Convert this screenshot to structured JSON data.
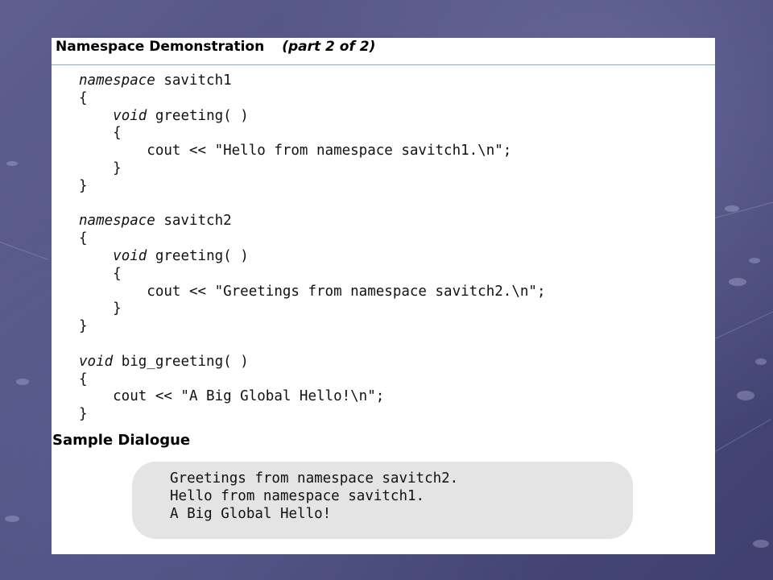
{
  "slide": {
    "header": {
      "title": "Namespace Demonstration",
      "part": "(part 2 of 2)"
    },
    "code": {
      "lines": [
        {
          "kw": "namespace",
          "text": " savitch1"
        },
        {
          "kw": "",
          "text": "{"
        },
        {
          "kw": "",
          "text": "    "
        },
        {
          "kw": "",
          "text": "    {"
        },
        {
          "kw": "",
          "text": "        cout << \"Hello from namespace savitch1.\\n\";"
        },
        {
          "kw": "",
          "text": "    }"
        },
        {
          "kw": "",
          "text": "}"
        },
        {
          "kw": "",
          "text": ""
        },
        {
          "kw": "namespace",
          "text": " savitch2"
        },
        {
          "kw": "",
          "text": "{"
        },
        {
          "kw": "",
          "text": "    "
        },
        {
          "kw": "",
          "text": "    {"
        },
        {
          "kw": "",
          "text": "        cout << \"Greetings from namespace savitch2.\\n\";"
        },
        {
          "kw": "",
          "text": "    }"
        },
        {
          "kw": "",
          "text": "}"
        },
        {
          "kw": "",
          "text": ""
        },
        {
          "kw": "void",
          "text": " big_greeting( )"
        },
        {
          "kw": "",
          "text": "{"
        },
        {
          "kw": "",
          "text": "    cout << \"A Big Global Hello!\\n\";"
        },
        {
          "kw": "",
          "text": "}"
        }
      ],
      "greeting_lines": {
        "l3": {
          "indent": "    ",
          "kw": "void",
          "text": " greeting( )"
        },
        "l11": {
          "indent": "    ",
          "kw": "void",
          "text": " greeting( )"
        }
      }
    },
    "sample": {
      "title": "Sample Dialogue",
      "lines": [
        "Greetings from namespace savitch2.",
        "Hello from namespace savitch1.",
        "A Big Global Hello!"
      ]
    }
  }
}
